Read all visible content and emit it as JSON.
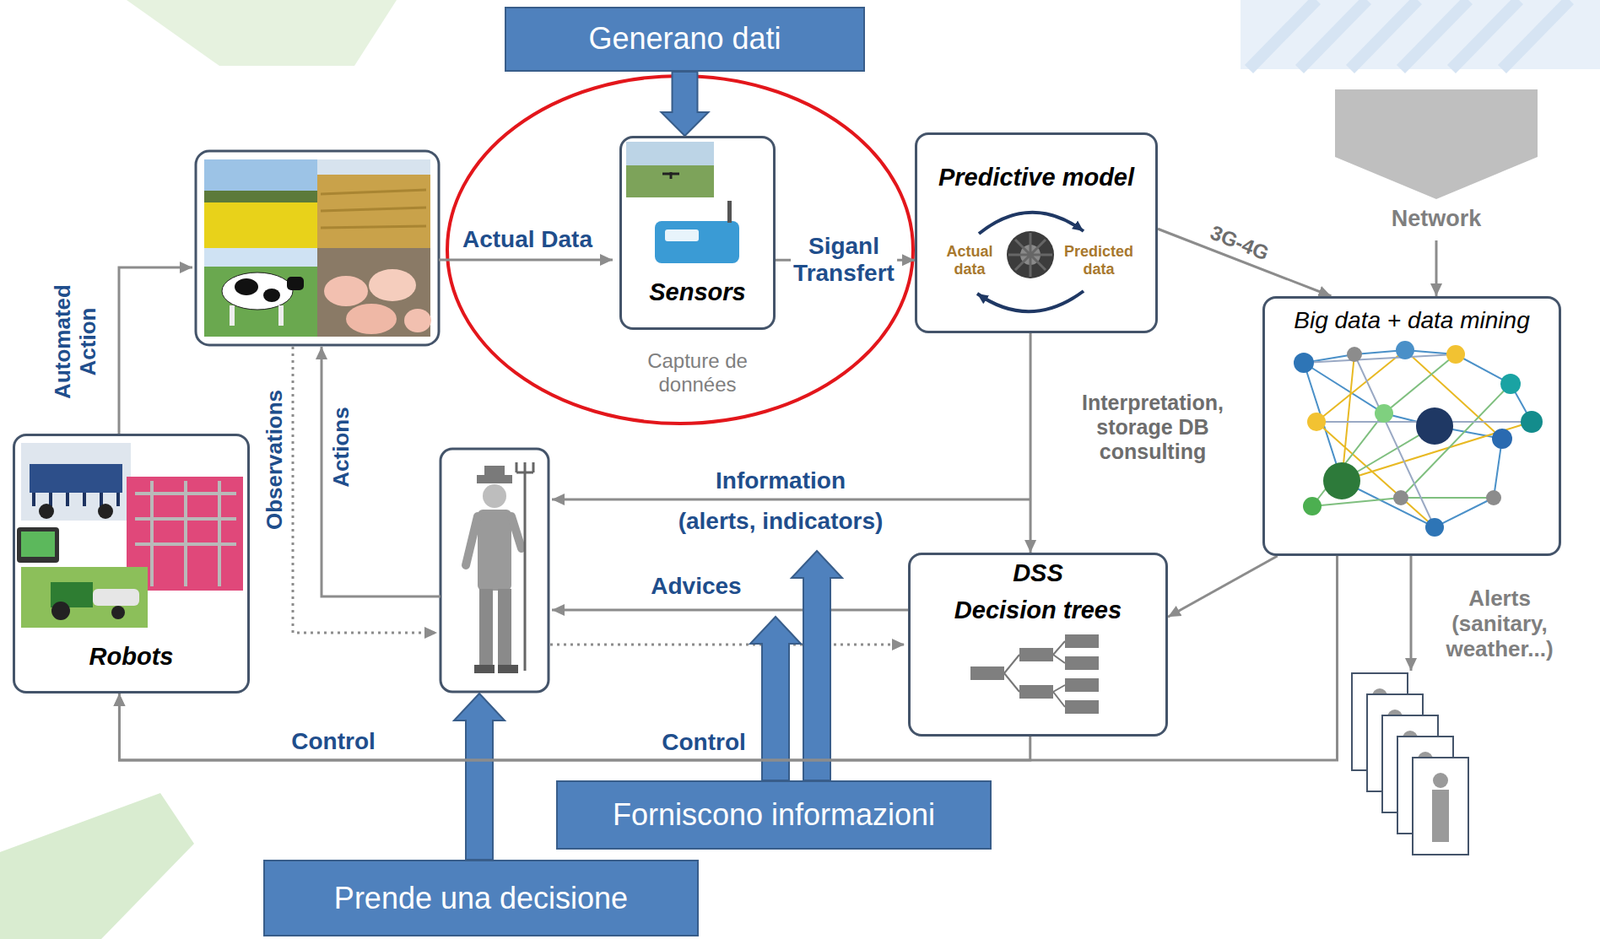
{
  "diagram": {
    "nodes": [
      {
        "text": [
          "Generano dati"
        ]
      },
      {
        "text": [
          "Sensors",
          "Capture de données"
        ]
      },
      {
        "text": [
          "Predictive model",
          "Actual data",
          "Predicted data"
        ]
      },
      {
        "text": [
          "Network"
        ]
      },
      {
        "text": [
          "Big data + data mining"
        ]
      },
      {
        "text": [
          "Robots"
        ]
      },
      {
        "text": [
          "DSS",
          "Decision trees"
        ]
      },
      {
        "text": [
          "Forniscono informazioni"
        ]
      },
      {
        "text": [
          "Prende una decisione"
        ]
      }
    ],
    "edges": [
      {
        "from": 0,
        "to": 1,
        "arrow": "to"
      },
      {
        "from": 1,
        "to": 2,
        "arrow": "to",
        "label": "Siganl Transfert"
      },
      {
        "from": 2,
        "to": 4,
        "arrow": "to",
        "label": "3G-4G"
      },
      {
        "from": 3,
        "to": 4,
        "arrow": "to"
      },
      {
        "from": 2,
        "to": 6,
        "arrow": "to",
        "label": "Interpretation, storage DB consulting"
      },
      {
        "from": 4,
        "to": 6,
        "arrow": "to"
      },
      {
        "from": 4,
        "to": 5,
        "arrow": "to",
        "label": "Control"
      },
      {
        "from": 6,
        "to": 5,
        "arrow": "to",
        "label": "Control"
      }
    ],
    "labels": [
      "Actual Data",
      "Automated Action",
      "Observations",
      "Actions",
      "Information",
      "(alerts, indicators)",
      "Advices",
      "Alerts (sanitary, weather...)"
    ]
  }
}
